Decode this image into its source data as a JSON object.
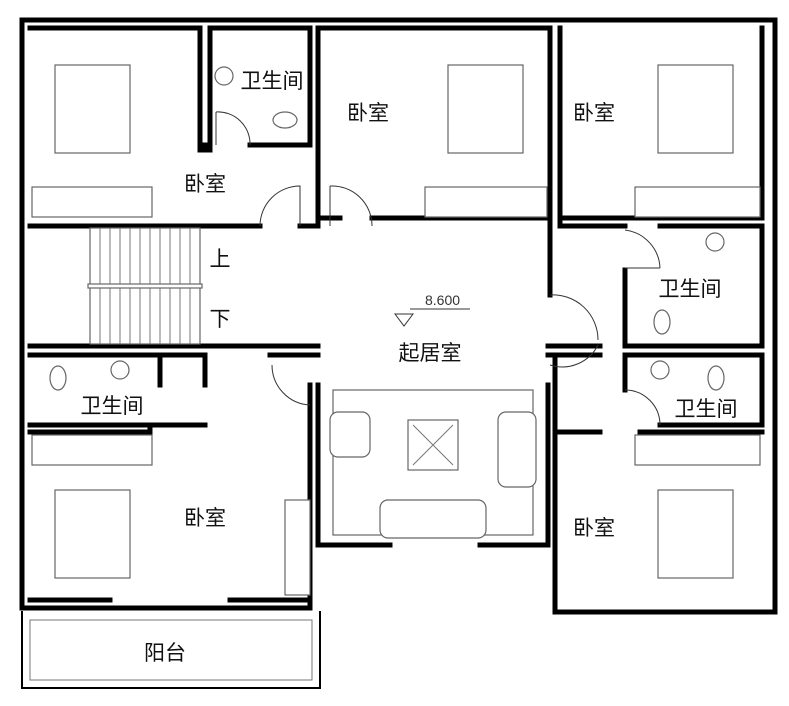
{
  "plan": {
    "elevation": "8.600",
    "rooms": {
      "bedroom_top_left": "卧室",
      "bathroom_top": "卫生间",
      "bedroom_top_middle": "卧室",
      "bedroom_top_right": "卧室",
      "stair_up": "上",
      "stair_down": "下",
      "bathroom_right": "卫生间",
      "living_room": "起居室",
      "bathroom_left": "卫生间",
      "bathroom_right_small": "卫生间",
      "bedroom_bottom_left": "卧室",
      "bedroom_bottom_right": "卧室",
      "balcony": "阳台"
    }
  }
}
